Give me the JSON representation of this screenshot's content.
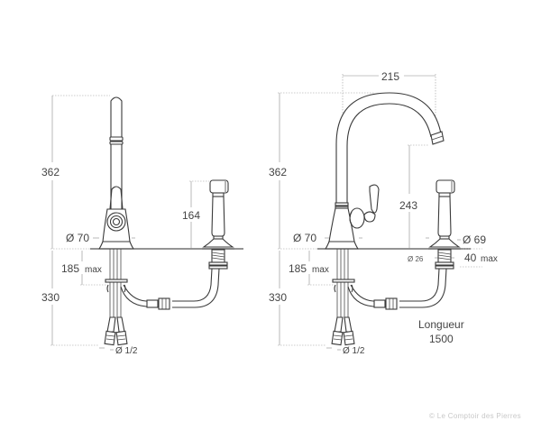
{
  "diagram": {
    "type": "technical-dimension-drawing",
    "subject": "kitchen mixer tap with side spray (two variants)",
    "units": "mm"
  },
  "left_view": {
    "dimensions": {
      "total_height": "362",
      "base_diameter": "Ø 70",
      "spray_height": "164",
      "under_deck_max": "185",
      "under_deck_max_unit": "max",
      "pipe_length": "330",
      "connection": "Ø 1/2"
    }
  },
  "right_view": {
    "dimensions": {
      "spout_reach": "215",
      "total_height": "362",
      "spout_clearance": "243",
      "base_diameter": "Ø 70",
      "spray_base_diameter": "Ø 69",
      "spray_hole_diameter": "Ø 26",
      "spray_thickness_max": "40",
      "spray_thickness_unit": "max",
      "under_deck_max": "185",
      "under_deck_max_unit": "max",
      "pipe_length": "330",
      "connection": "Ø 1/2"
    },
    "hose_label": "Longueur",
    "hose_length": "1500"
  },
  "watermark": "© Le Comptoir des Pierres"
}
